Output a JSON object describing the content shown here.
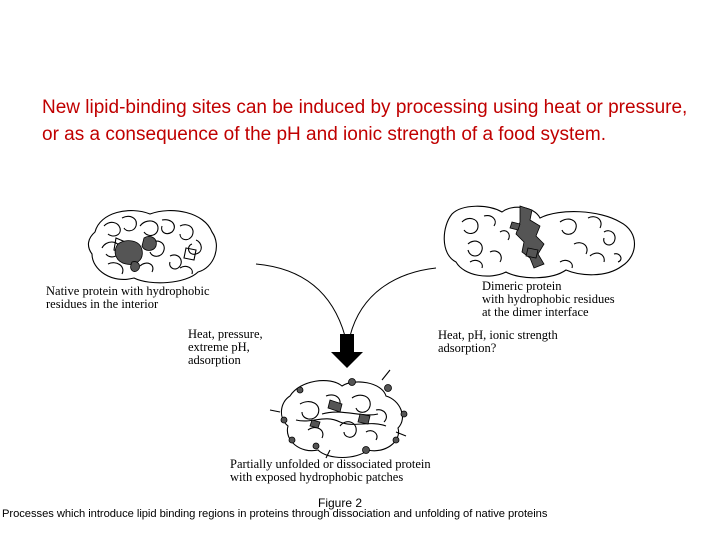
{
  "heading": "New lipid-binding sites can be induced by processing using heat or pressure, or as a consequence of the pH and ionic strength of a food system.",
  "labels": {
    "native": [
      "Native protein with hydrophobic",
      "residues in the interior"
    ],
    "dimeric": [
      "Dimeric protein",
      "with hydrophobic residues",
      "at the dimer interface"
    ],
    "left_process": [
      "Heat, pressure,",
      "extreme pH,",
      "adsorption"
    ],
    "right_process": [
      "Heat, pH, ionic strength",
      "adsorption?"
    ],
    "unfolded": [
      "Partially unfolded or dissociated protein",
      "with exposed hydrophobic patches"
    ]
  },
  "figure": {
    "caption": "Figure 2",
    "description": "Processes which introduce lipid binding regions in proteins through dissociation and unfolding of native proteins"
  },
  "colors": {
    "heading": "#c00000",
    "ink": "#000000",
    "shade": "#555555"
  }
}
